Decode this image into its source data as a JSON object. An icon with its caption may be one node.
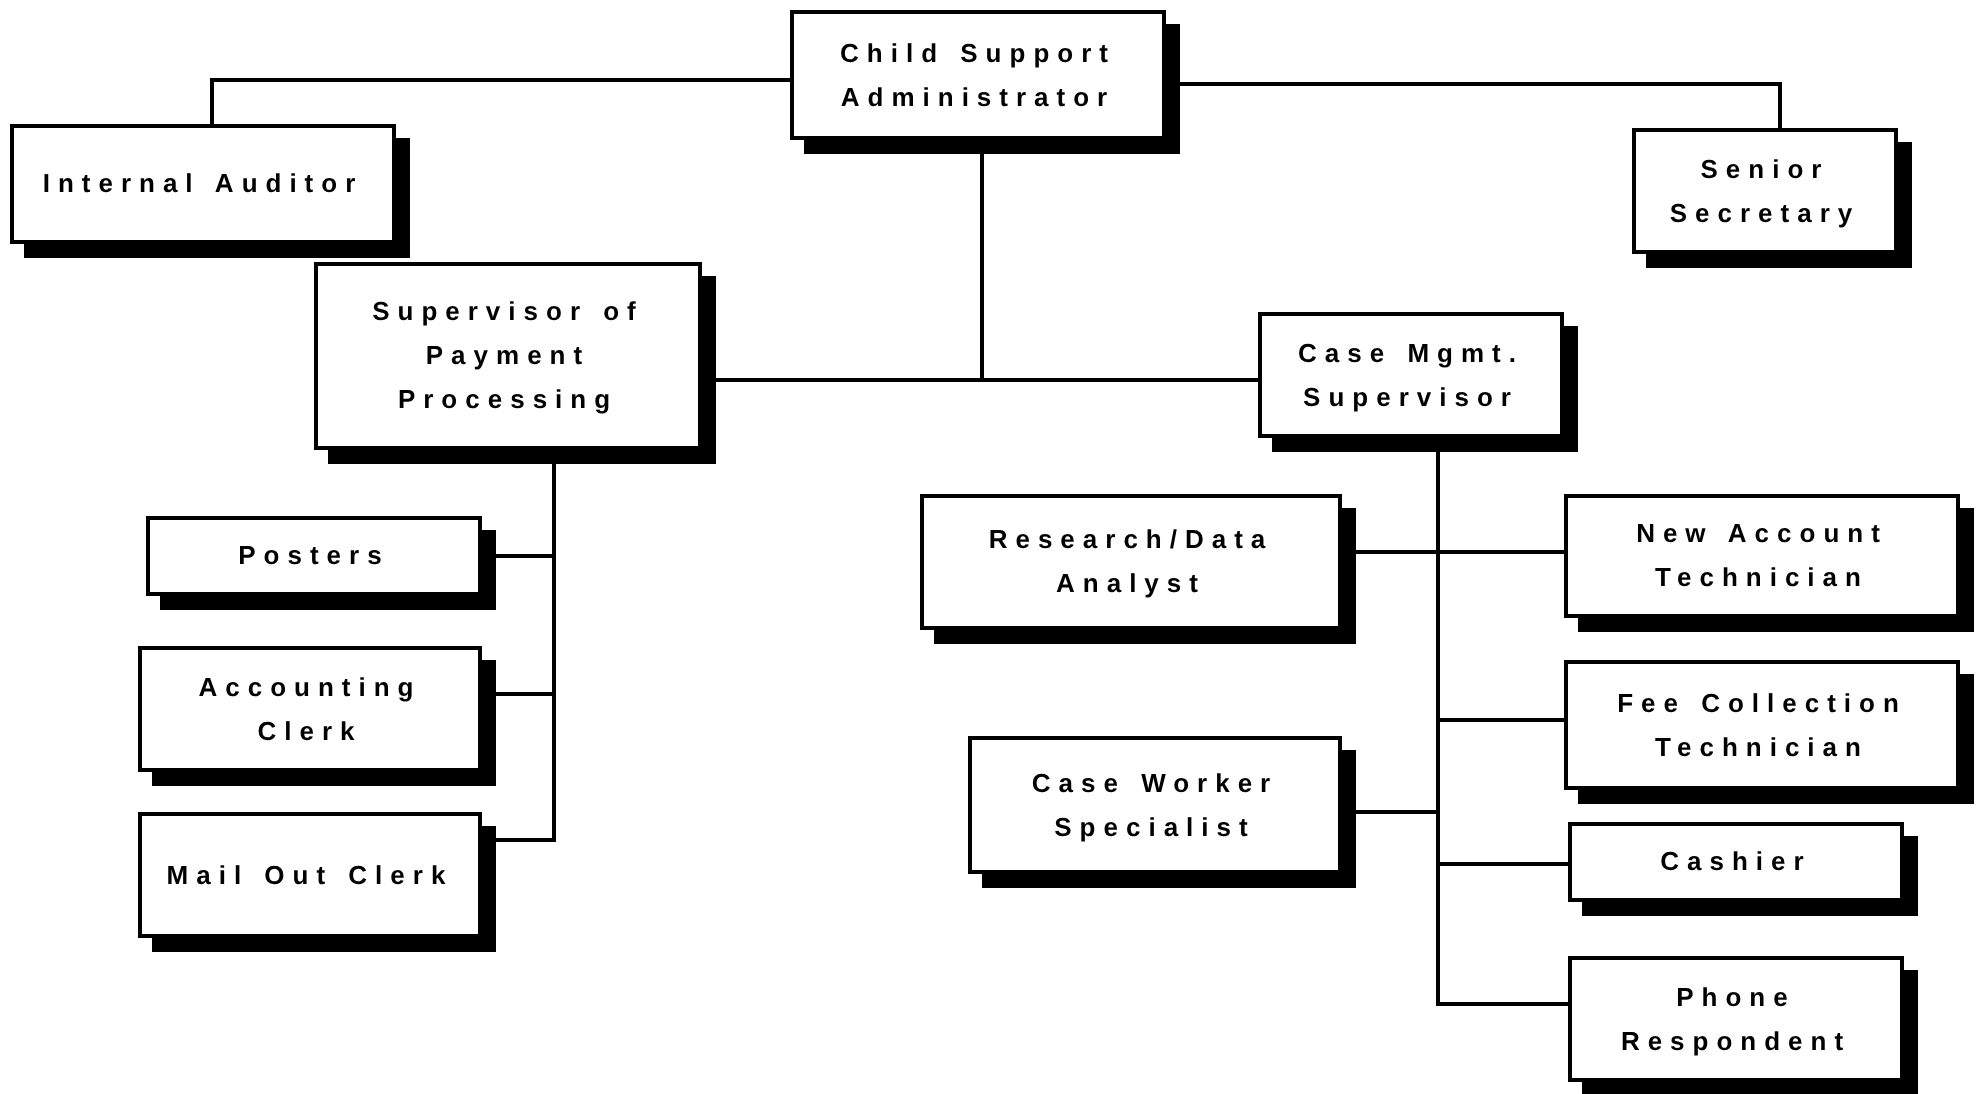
{
  "diagram": {
    "nodes": [
      {
        "text": [
          "Child Support Administrator"
        ]
      },
      {
        "text": [
          "Internal Auditor"
        ]
      },
      {
        "text": [
          "Senior Secretary"
        ]
      },
      {
        "text": [
          "Supervisor of Payment Processing"
        ]
      },
      {
        "text": [
          "Case Mgmt. Supervisor"
        ]
      },
      {
        "text": [
          "Posters"
        ]
      },
      {
        "text": [
          "Accounting Clerk"
        ]
      },
      {
        "text": [
          "Mail Out Clerk"
        ]
      },
      {
        "text": [
          "Research/Data Analyst"
        ]
      },
      {
        "text": [
          "New Account Technician"
        ]
      },
      {
        "text": [
          "Case Worker Specialist"
        ]
      },
      {
        "text": [
          "Fee Collection Technician"
        ]
      },
      {
        "text": [
          "Cashier"
        ]
      },
      {
        "text": [
          "Phone Respondent"
        ]
      }
    ],
    "edges": [
      {
        "from": 0,
        "to": 1,
        "arrow": "none"
      },
      {
        "from": 0,
        "to": 2,
        "arrow": "none"
      },
      {
        "from": 0,
        "to": 3,
        "arrow": "none"
      },
      {
        "from": 0,
        "to": 4,
        "arrow": "none"
      },
      {
        "from": 3,
        "to": 5,
        "arrow": "none"
      },
      {
        "from": 3,
        "to": 6,
        "arrow": "none"
      },
      {
        "from": 3,
        "to": 7,
        "arrow": "none"
      },
      {
        "from": 4,
        "to": 8,
        "arrow": "none"
      },
      {
        "from": 4,
        "to": 9,
        "arrow": "none"
      },
      {
        "from": 4,
        "to": 10,
        "arrow": "none"
      },
      {
        "from": 4,
        "to": 11,
        "arrow": "none"
      },
      {
        "from": 4,
        "to": 12,
        "arrow": "none"
      },
      {
        "from": 4,
        "to": 13,
        "arrow": "none"
      }
    ]
  }
}
